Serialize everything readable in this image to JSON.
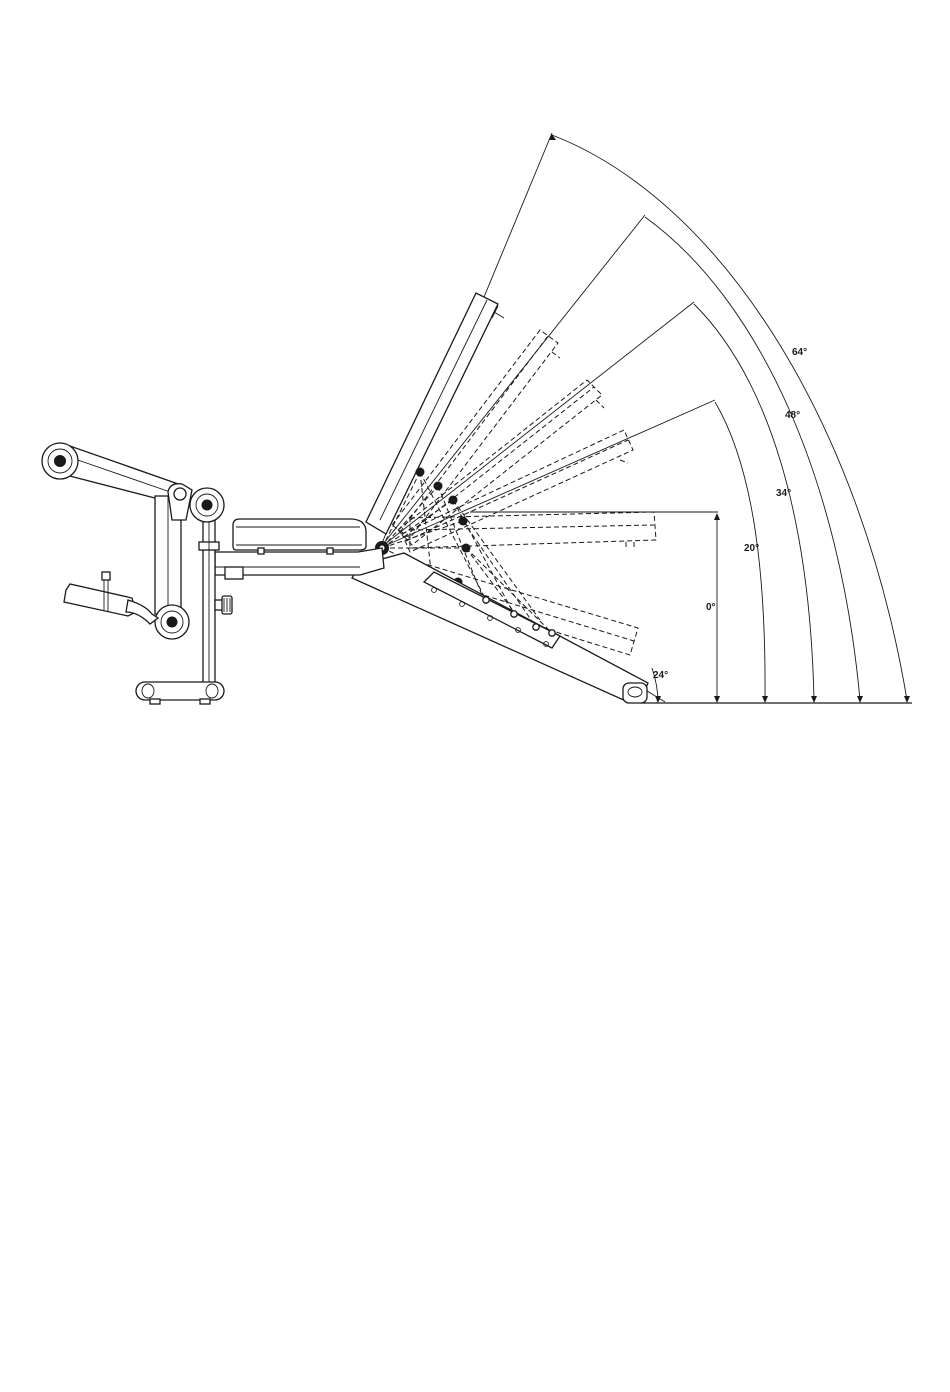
{
  "diagram": {
    "angles": [
      {
        "label": "64°"
      },
      {
        "label": "48°"
      },
      {
        "label": "34°"
      },
      {
        "label": "20°"
      },
      {
        "label": "0°"
      },
      {
        "label": "24°"
      }
    ]
  }
}
